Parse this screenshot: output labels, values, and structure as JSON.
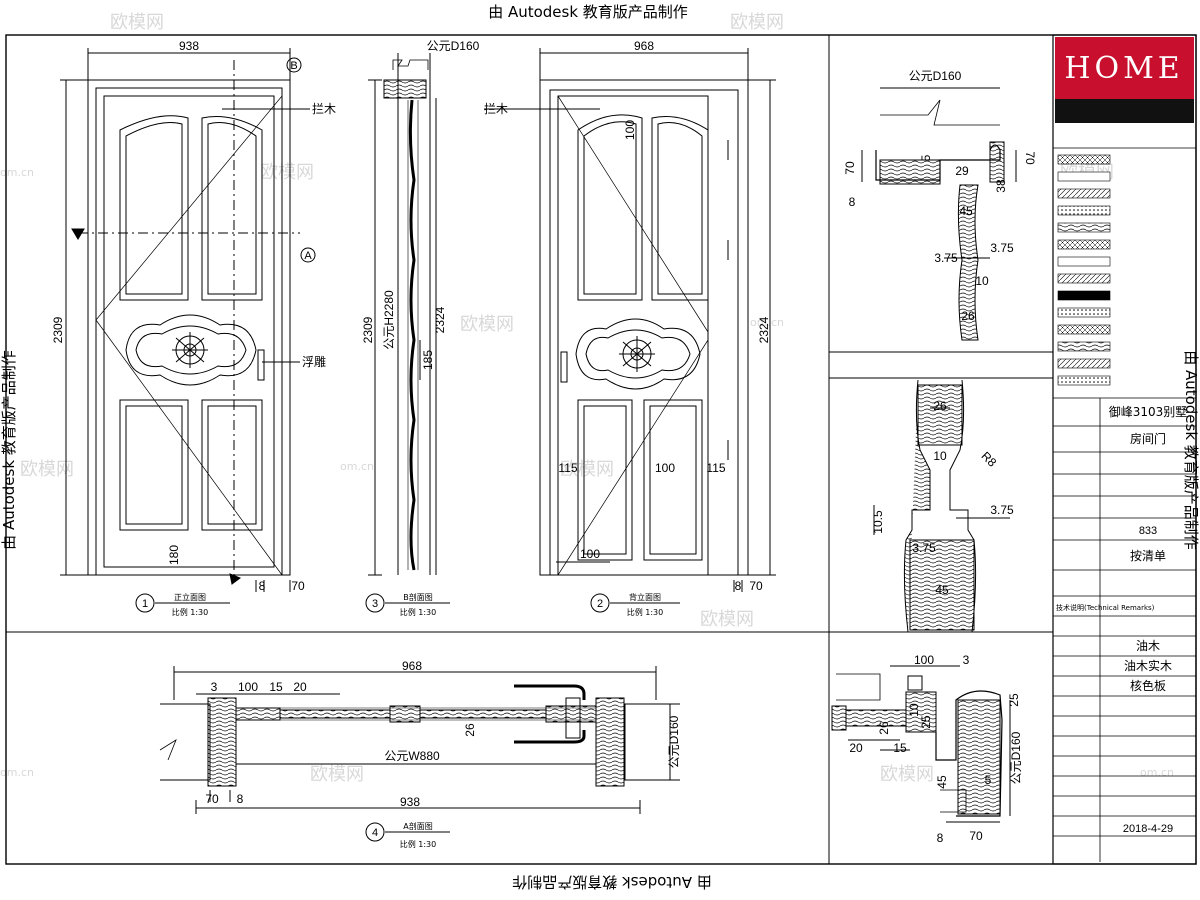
{
  "banner": {
    "top": "由 Autodesk 教育版产品制作",
    "bottom": "由 Autodesk 教育版产品制作",
    "left": "由 Autodesk 教育版产品制作",
    "right": "由 Autodesk 教育版产品制作"
  },
  "watermark": {
    "text": "欧模网",
    "domain": "www.om.cn",
    "short": "om.cn"
  },
  "view1": {
    "width": "938",
    "height": "2309",
    "rail_label": "拦木",
    "carving_label": "浮雕",
    "bottom_rail": "180",
    "stop": "8",
    "frame": "70",
    "num": "1",
    "title": "正立面图",
    "scale": "比例 1:30",
    "marker_a": "A",
    "marker_b": "B"
  },
  "view3": {
    "opening": "公元D160",
    "height_outer": "2309",
    "height_inner": "公元H2280",
    "height_total": "2324",
    "panel": "185",
    "num": "3",
    "title": "B剖面图",
    "scale": "比例 1:30"
  },
  "view2": {
    "width": "968",
    "height": "2324",
    "rail_label": "拦木",
    "top_rail": "100",
    "stile_left": "115",
    "mid": "100",
    "stile_right": "115",
    "bottom": "100",
    "stop": "8",
    "frame": "70",
    "num": "2",
    "title": "背立面图",
    "scale": "比例 1:30"
  },
  "view4": {
    "total": "968",
    "d1": "3",
    "d2": "100",
    "d3": "15",
    "d4": "20",
    "mid": "26",
    "opening": "公元W880",
    "wall": "公元D160",
    "frame": "70",
    "stop": "8",
    "width": "938",
    "num": "4",
    "title": "A剖面图",
    "scale": "比例 1:30"
  },
  "detail_top": {
    "opening": "公元D160",
    "d70a": "70",
    "d5": "5",
    "d70b": "70",
    "d8": "8",
    "d29": "29",
    "d38": "38",
    "d45": "45",
    "d375a": "3.75",
    "d375b": "3.75",
    "d10": "10",
    "d26": "26"
  },
  "detail_mid": {
    "d26": "26",
    "r8": "R8",
    "d10": "10",
    "d105": "10.5",
    "d375a": "3.75",
    "d375b": "3.75",
    "d45": "45"
  },
  "detail_bot": {
    "d100": "100",
    "d3": "3",
    "d20": "20",
    "d15": "15",
    "d10": "10",
    "d25": "25",
    "d26": "26",
    "d45": "45",
    "d5": "5",
    "d160": "公元D160",
    "d8": "8",
    "d70": "70",
    "d25b": "25"
  },
  "title_block": {
    "logo_text": "HOME",
    "model": "御峰3103别墅",
    "name": "房间门",
    "qty": "833",
    "unit": "按清单",
    "tech_remarks": "技术说明(Technical Remarks)",
    "material": "油木",
    "finish1": "油木实木",
    "finish2": "核色板",
    "date": "2018-4-29"
  }
}
